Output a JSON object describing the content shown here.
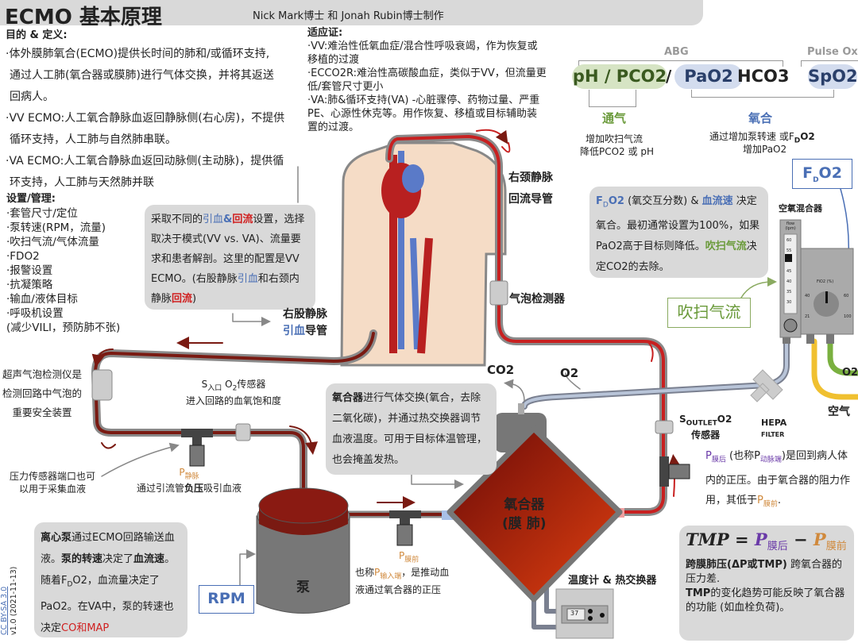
{
  "header": {
    "title": "ECMO 基本原理",
    "authors": "Nick Mark博士 和 Jonah Rubin博士制作"
  },
  "definition": {
    "heading": "目的 & 定义:",
    "lines": [
      "·体外膜肺氧合(ECMO)提供长时间的肺和/或循环支持,",
      "通过人工肺(氧合器或膜肺)进行气体交换，并将其返送",
      "回病人。",
      "·VV ECMO:人工氧合静脉血返回静脉侧(右心房)，不提供",
      "循环支持，人工肺与自然肺串联。",
      "·VA ECMO:人工氧合静脉血返回动脉侧(主动脉)，提供循",
      "环支持，人工肺与天然肺并联"
    ]
  },
  "management": {
    "heading": "设置/管理:",
    "items": [
      "·套管尺寸/定位",
      "·泵转速(RPM，流量)",
      "·吹扫气流/气体流量",
      "·FDO2",
      "·报警设置",
      "·抗凝策略",
      "·输血/液体目标",
      "·呼吸机设置",
      "(减少VILI，预防肺不张)"
    ]
  },
  "indications": {
    "heading": "适应证:",
    "lines": [
      "·VV:难治性低氧血症/混合性呼吸衰竭，作为恢复或",
      "移植的过渡",
      "·ECCO2R:难治性高碳酸血症，类似于VV，但流量更",
      "低/套管尺寸更小",
      "·VA:肺&循环支持(VA) -心脏骤停、药物过量、严重",
      "PE、心源性休克等。用作恢复、移植或目标辅助装",
      "置的过渡。"
    ]
  },
  "abg": {
    "abg_label": "ABG",
    "pulse_ox_label": "Pulse Ox",
    "ph_pco2": "pH / PCO2",
    "sep1": "/",
    "pao2": "PaO2",
    "sep2": "/",
    "hco3": "HCO3",
    "spo2": "SpO2",
    "ventilation": {
      "title": "通气",
      "line1": "增加吹扫气流",
      "line2": "降低PCO2 或 pH"
    },
    "oxygenation": {
      "title": "氧合",
      "line1": "通过增加泵转速 或F",
      "line1_sub": "D",
      "line1_end": "O2",
      "line2": "增加PaO2"
    }
  },
  "fdo2_box": {
    "f": "F",
    "sub": "D",
    "o2": "O2"
  },
  "fdo2_callout": {
    "f": "F",
    "sub": "D",
    "o2": "O2",
    "p1": " (氧交互分数) & ",
    "flow": "血流速",
    "p2": " 决定氧合。最初通常设置为100%，如果PaO2高于目标则降低。",
    "sweep": "吹扫气流",
    "p3": "决定CO2的去除。"
  },
  "blender": {
    "title": "空氧混合器",
    "flow_label": "flow (lpm)",
    "ticks": [
      "60",
      "55",
      "50",
      "45",
      "40",
      "35",
      "30"
    ],
    "fio2_label": "FiO2 (%)",
    "dial": [
      "40",
      "60",
      "21",
      "100"
    ]
  },
  "sweep_box": "吹扫气流",
  "cannula_callout": {
    "p1": "采取不同的",
    "drain": "引血",
    "amp": "&",
    "ret": "回流",
    "p2": "设置，选择取决于模式(VV vs. VA)、流量要求和患者解剖。这里的配置是VV ECMO。(右股静脉",
    "drain2": "引血",
    "p3": "和右颈内静脉",
    "ret2": "回流",
    "p4": ")"
  },
  "femoral": {
    "line1": "右股静脉",
    "drain": "引血",
    "line2": "导管"
  },
  "jugular": {
    "line1": "右颈静脉",
    "line2": "回流导管"
  },
  "bubble_detector": "气泡检测器",
  "ultrasound": {
    "lines": [
      "超声气泡检测仪是",
      "检测回路中气泡的",
      "重要安全装置"
    ]
  },
  "sin": {
    "s": "S",
    "sub": "入口",
    "o2": " O",
    "sub2": "2",
    "rest": "传感器",
    "line2": "进入回路的血氧饱和度"
  },
  "pven": {
    "p": "P",
    "sub": "静脉",
    "text_a": "通过引流管",
    "bold": "负压",
    "text_b": "吸引血液"
  },
  "pressure_port": {
    "lines": [
      "压力传感器端口也可",
      "以用于采集血液"
    ]
  },
  "gases": {
    "co2": "CO2",
    "o2": "O2",
    "o2_right": "O2",
    "air": "空气"
  },
  "oxy_callout": {
    "bold": "氧合器",
    "text": "进行气体交换(氧合，去除二氧化碳)，并通过热交换器调节血液温度。可用于目标体温管理，也会掩盖发热。"
  },
  "oxygenator": {
    "line1": "氧合器",
    "line2": "(膜  肺)"
  },
  "sout": {
    "s": "S",
    "sub": "OUTLET",
    "o2": "O2",
    "line2": "传感器"
  },
  "hepa": {
    "line1": "HEPA",
    "line2": "FILTER"
  },
  "ppost": {
    "p": "P",
    "sub": "膜后",
    "t1": " (也称P",
    "sub2": "动脉端",
    "t2": ")是回到病人体内的正压。由于氧合器的阻力作用，其低于",
    "p2": "P",
    "sub3": "膜前",
    "end": "."
  },
  "ppre": {
    "p": "P",
    "sub": "膜前",
    "t1": "也称",
    "p2": "P",
    "sub2": "输入端",
    "t2": "，是推动血",
    "line2": "液通过氧合器的正压"
  },
  "pump": {
    "label": "泵",
    "rpm": "RPM"
  },
  "pump_callout": {
    "b1": "离心泵",
    "t1": "通过ECMO回路输送血液。",
    "b2": "泵的转速",
    "t2": "决定了",
    "b3": "血流速",
    "t3": "。随着F",
    "sub": "D",
    "t4": "O2，血流量决定了PaO2。在VA中，泵的转速也决定",
    "red": "CO和MAP"
  },
  "heater": {
    "label": "温度计 & 热交换器",
    "temp": "37"
  },
  "tmp": {
    "formula_a": "TMP = ",
    "p1": "P",
    "sub1": "膜后",
    "minus": " − ",
    "p2": "P",
    "sub2": "膜前",
    "b1": "跨膜肺压(ΔP或TMP)",
    "t1": " 跨氧合器的压力差.",
    "b2": "TMP",
    "t2": "的变化趋势可能反映了氧合器的功能 (如血栓负荷)。"
  },
  "license": {
    "cc": "CC BY-SA 3.0",
    "version": "v1.0 (2021-11-13)"
  },
  "colors": {
    "blood_dark": "#7a1a12",
    "blood_red": "#c82020",
    "tube_gray": "#8a8a8a",
    "callout_gray": "#d9d9d9",
    "green": "#6a9a3a",
    "blue": "#4a6fb5",
    "orange": "#d0893c",
    "purple": "#6a3aa8",
    "air_yellow": "#f0c030",
    "o2_green": "#7ab040"
  }
}
